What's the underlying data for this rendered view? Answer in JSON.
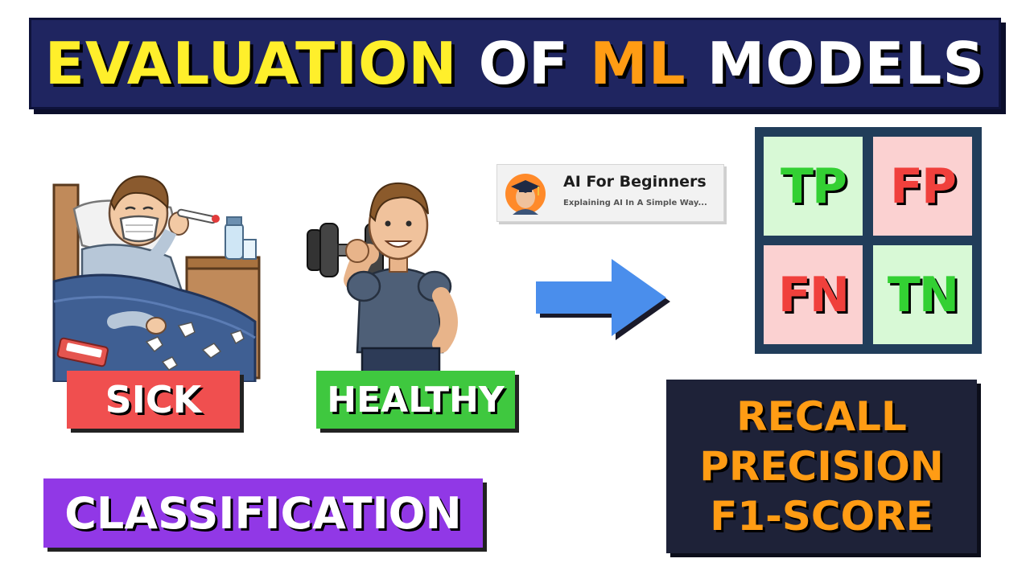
{
  "title": {
    "word1": "EVALUATION",
    "word2": "OF",
    "word3": "ML",
    "word4": "MODELS"
  },
  "labels": {
    "sick": "SICK",
    "healthy": "HEALTHY",
    "classification": "CLASSIFICATION"
  },
  "brand": {
    "name": "AI For Beginners",
    "tagline": "Explaining AI In A Simple Way..."
  },
  "matrix": {
    "tp": "TP",
    "fp": "FP",
    "fn": "FN",
    "tn": "TN"
  },
  "metrics": {
    "line1": "RECALL",
    "line2": "PRECISION",
    "line3": "F1-SCORE"
  },
  "colors": {
    "banner_bg": "#1f2560",
    "title_yellow": "#ffef2b",
    "title_orange": "#ff9c14",
    "sick_red": "#f04f4f",
    "healthy_green": "#3fc83f",
    "classification_purple": "#9138e6",
    "arrow_blue": "#4a8eec",
    "matrix_frame": "#213d5a",
    "metrics_bg": "#1e2238",
    "metrics_text": "#ff9c14"
  },
  "icons": {
    "sick_person": "sick-person-in-bed-illustration",
    "healthy_person": "healthy-man-lifting-dumbbell-illustration",
    "brand_avatar": "graduate-avatar-icon",
    "arrow": "right-arrow-icon"
  }
}
